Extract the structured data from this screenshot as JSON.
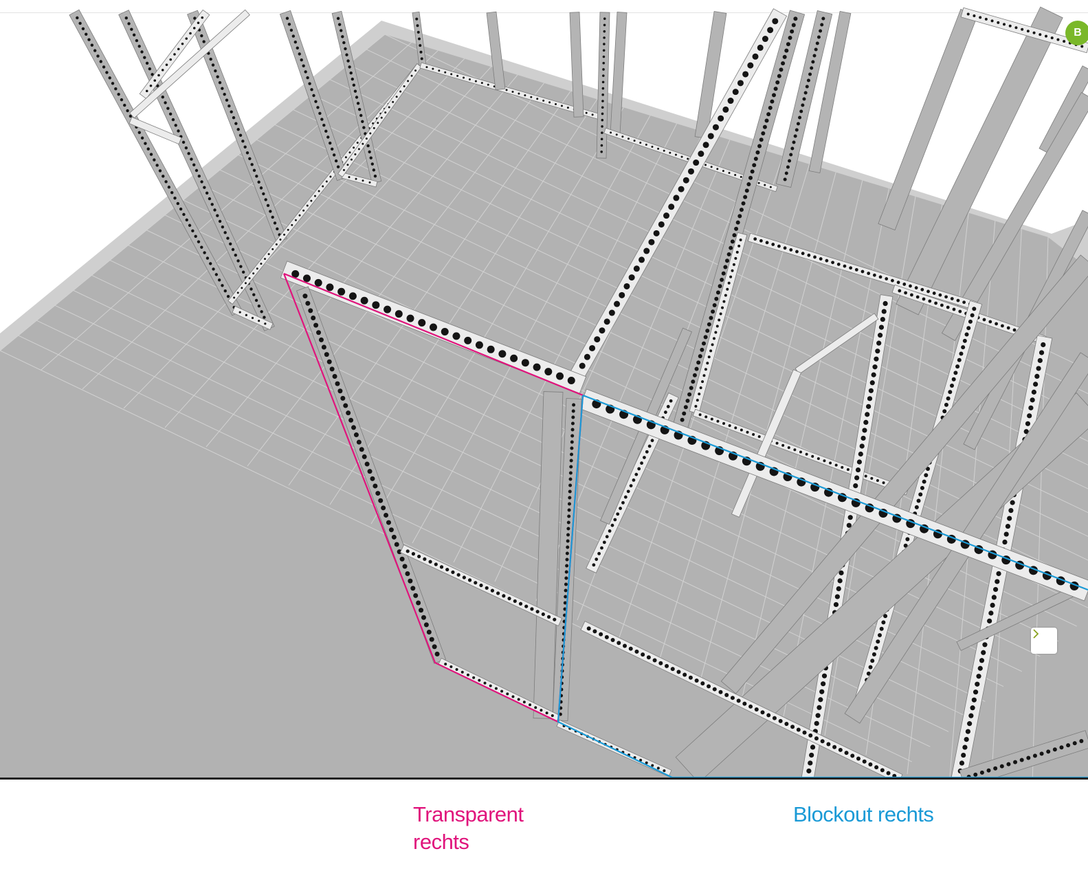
{
  "labels": {
    "transparent": "Transparent\nrechts",
    "blockout": "Blockout rechts"
  },
  "colors": {
    "transparent_highlight": "#e0147c",
    "blockout_highlight": "#1a9ad6",
    "floor": "#b2b2b2",
    "floor_border": "#cfcfcf",
    "grid_line": "#d2d2d2",
    "beam_light": "#ececec",
    "beam_mid": "#b4b4b4",
    "beam_dark": "#8c8c8c",
    "hole": "#141414",
    "badge": "#7ab829",
    "next_chevron": "#8aa31f"
  },
  "icons": {
    "next": "chevron-right-icon",
    "save": "save-icon"
  },
  "save_badge_text": "B"
}
